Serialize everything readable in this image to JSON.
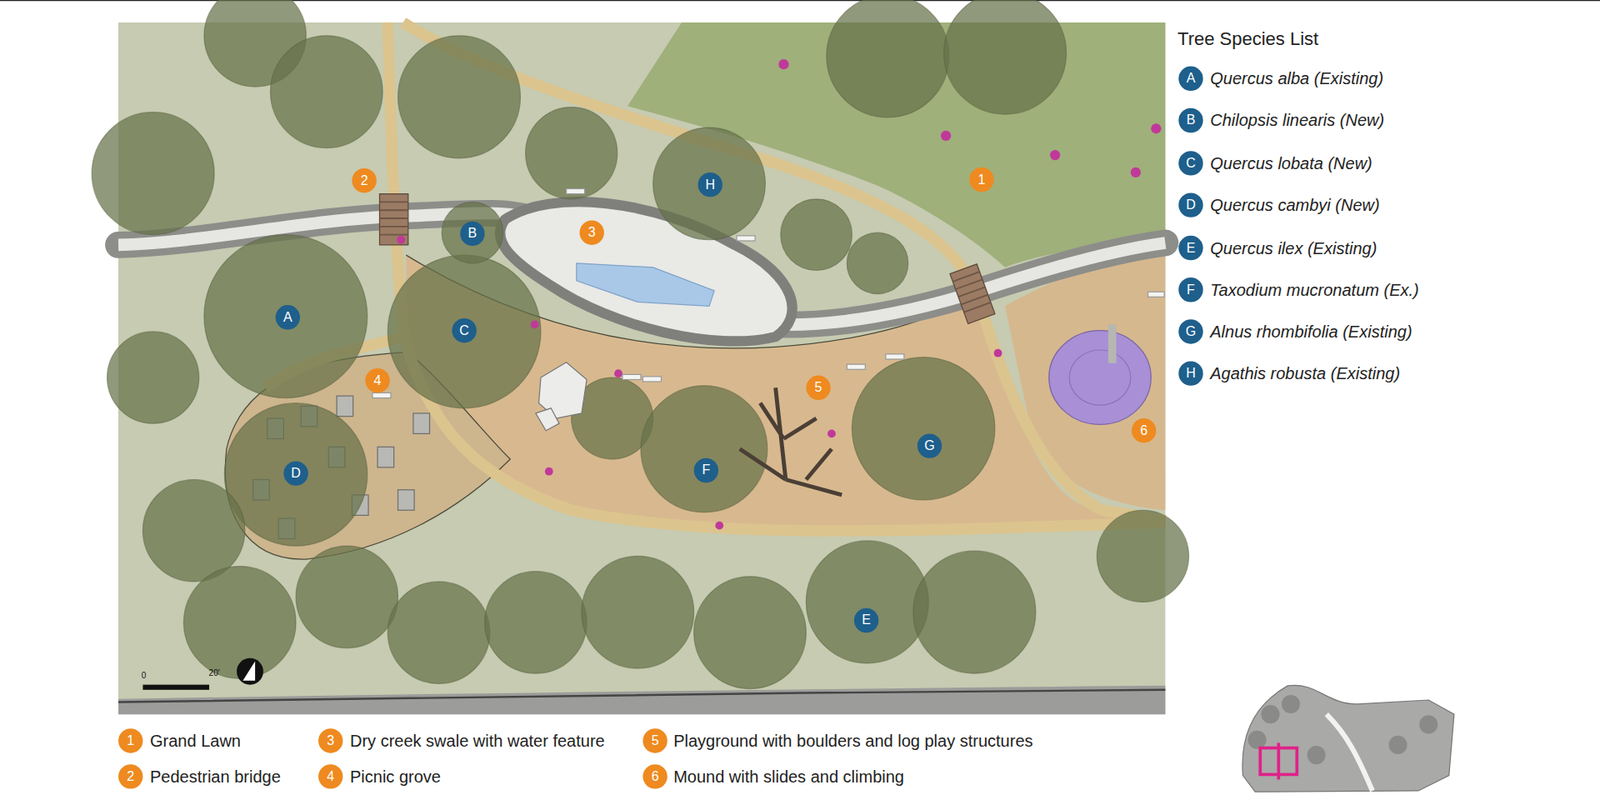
{
  "diagram": {
    "labels": [
      "2",
      "B",
      "3",
      "H",
      "1",
      "A",
      "C",
      "4",
      "5",
      "D",
      "F",
      "G",
      "6",
      "E",
      "0",
      "20'",
      "Tree Species List",
      "A",
      "B",
      "C",
      "D",
      "E",
      "F",
      "G",
      "H",
      "1",
      "2",
      "3",
      "4",
      "5",
      "6"
    ],
    "legend": [
      {
        "text": "Quercus alba (Existing)"
      },
      {
        "text": "Chilopsis linearis (New)"
      },
      {
        "text": "Quercus lobata (New)"
      },
      {
        "text": "Quercus cambyi (New)"
      },
      {
        "text": "Quercus ilex (Existing)"
      },
      {
        "text": "Taxodium mucronatum (Ex.)"
      },
      {
        "text": "Alnus rhombifolia (Existing)"
      },
      {
        "text": "Agathis robusta (Existing)"
      },
      {
        "text": "Grand Lawn"
      },
      {
        "text": "Pedestrian bridge"
      },
      {
        "text": "Dry creek swale with water feature"
      },
      {
        "text": "Picnic grove"
      },
      {
        "text": "Playground with boulders and log play structures"
      },
      {
        "text": "Mound with slides and climbing"
      }
    ]
  }
}
